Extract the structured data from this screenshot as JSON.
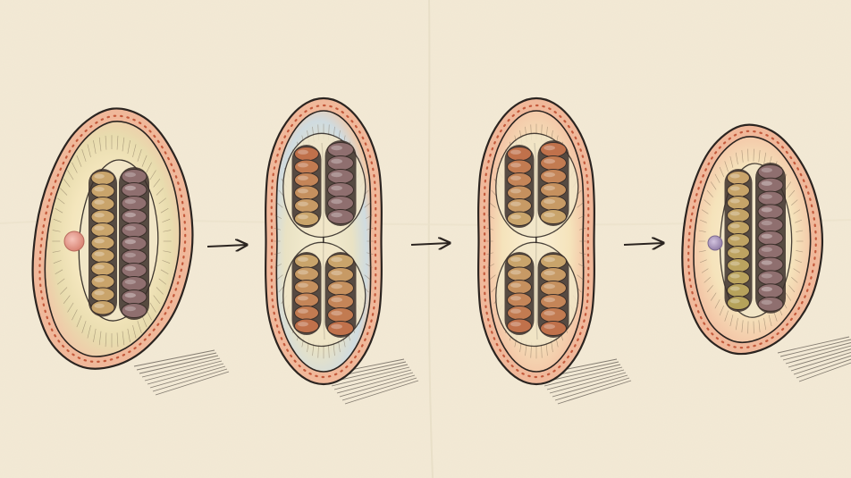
{
  "diagram": {
    "stages": [
      {
        "id": "stage-1",
        "kind": "single-cell",
        "has_nucleolus": true
      },
      {
        "id": "stage-2",
        "kind": "dividing-cell"
      },
      {
        "id": "stage-3",
        "kind": "dividing-cell"
      },
      {
        "id": "stage-4",
        "kind": "single-cell",
        "has_nucleolus": true
      }
    ],
    "arrows": 3,
    "colors": {
      "paper": "#f3ead6",
      "outline": "#2b2420",
      "membrane": "#f0b89a",
      "membrane_dots": "#c45a3c",
      "cytoplasm": "#f6e9c6",
      "chromosome_tan": "#c9a46b",
      "chromosome_mauve": "#8f6f6f",
      "chromosome_rust": "#c0714b",
      "nucleolus_pink": "#e59b8f",
      "nucleolus_violet": "#a893b8"
    }
  }
}
